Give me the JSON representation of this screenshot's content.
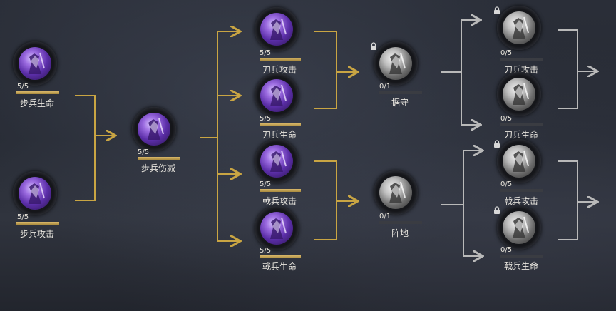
{
  "colors": {
    "accent_gold": "#c9a543",
    "connector_grey": "#b9b9b9",
    "level_bar_fill": "#c7a55a",
    "skill_purple": "#7a47c9",
    "skill_grey": "#9a9a9a"
  },
  "nodes": [
    {
      "id": "n1",
      "label": "步兵生命",
      "level": "5/5",
      "progress": 1,
      "style": "purple",
      "icon": "infantry-shield-icon",
      "locked": false
    },
    {
      "id": "n2",
      "label": "步兵攻击",
      "level": "5/5",
      "progress": 1,
      "style": "purple",
      "icon": "infantry-attack-icon",
      "locked": false
    },
    {
      "id": "n3",
      "label": "步兵伤减",
      "level": "5/5",
      "progress": 1,
      "style": "purple",
      "icon": "infantry-defense-icon",
      "locked": false
    },
    {
      "id": "n4",
      "label": "刀兵攻击",
      "level": "5/5",
      "progress": 1,
      "style": "purple",
      "icon": "blade-attack-icon",
      "locked": false
    },
    {
      "id": "n5",
      "label": "刀兵生命",
      "level": "5/5",
      "progress": 1,
      "style": "purple",
      "icon": "blade-health-icon",
      "locked": false
    },
    {
      "id": "n6",
      "label": "戟兵攻击",
      "level": "5/5",
      "progress": 1,
      "style": "purple",
      "icon": "halberd-attack-icon",
      "locked": false
    },
    {
      "id": "n7",
      "label": "戟兵生命",
      "level": "5/5",
      "progress": 1,
      "style": "purple",
      "icon": "halberd-health-icon",
      "locked": false
    },
    {
      "id": "n8",
      "label": "据守",
      "level": "0/1",
      "progress": 0,
      "style": "grey",
      "icon": "hold-position-icon",
      "locked": true
    },
    {
      "id": "n9",
      "label": "阵地",
      "level": "0/1",
      "progress": 0,
      "style": "grey",
      "icon": "formation-icon",
      "locked": false
    },
    {
      "id": "n10",
      "label": "刀兵攻击",
      "level": "0/5",
      "progress": 0,
      "style": "grey",
      "icon": "blade-attack-icon",
      "locked": true
    },
    {
      "id": "n11",
      "label": "刀兵生命",
      "level": "0/5",
      "progress": 0,
      "style": "grey",
      "icon": "blade-health-icon",
      "locked": false
    },
    {
      "id": "n12",
      "label": "戟兵攻击",
      "level": "0/5",
      "progress": 0,
      "style": "grey",
      "icon": "halberd-attack-icon",
      "locked": true
    },
    {
      "id": "n13",
      "label": "戟兵生命",
      "level": "0/5",
      "progress": 0,
      "style": "grey",
      "icon": "halberd-health-icon",
      "locked": true
    }
  ]
}
